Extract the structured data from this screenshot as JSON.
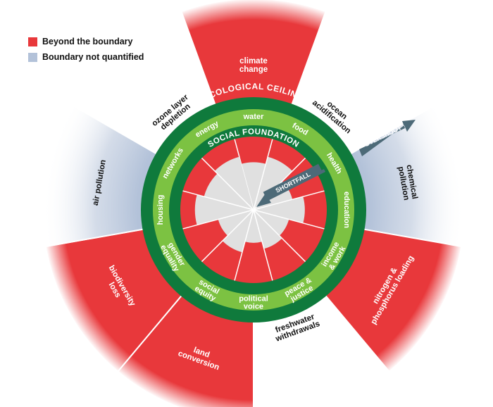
{
  "legend": {
    "items": [
      {
        "label": "Beyond the boundary",
        "color": "#e8383b"
      },
      {
        "label": "Boundary not quantified",
        "color": "#b3c2d9"
      }
    ]
  },
  "rings": {
    "ceiling_label": "ECOLOGICAL CEILING",
    "foundation_label": "SOCIAL FOUNDATION",
    "overshoot_label": "OVERSHOOT",
    "shortfall_label": "SHORTFALL"
  },
  "colors": {
    "red": "#e8383b",
    "dark_green": "#0f7a3c",
    "light_green": "#7cc242",
    "grey_blue": "#b3c2d9",
    "light_grey": "#e0e0e0",
    "arrow": "#4d6a78"
  },
  "ecological": [
    {
      "label": "climate\nchange",
      "state": "beyond",
      "overshoot": 1.0
    },
    {
      "label": "ocean\nacidification",
      "state": "within",
      "overshoot": 0
    },
    {
      "label": "chemical\npollution",
      "state": "unquantified",
      "overshoot": 1.0
    },
    {
      "label": "nitrogen &\nphosphorus loading",
      "state": "beyond",
      "overshoot": 1.0
    },
    {
      "label": "freshwater\nwithdrawals",
      "state": "within",
      "overshoot": 0
    },
    {
      "label": "land\nconversion",
      "state": "beyond",
      "overshoot": 1.0
    },
    {
      "label": "biodiversity\nloss",
      "state": "beyond",
      "overshoot": 1.0
    },
    {
      "label": "air pollution",
      "state": "unquantified",
      "overshoot": 1.0
    },
    {
      "label": "ozone layer\ndepletion",
      "state": "within",
      "overshoot": 0
    }
  ],
  "social": [
    {
      "label": "water",
      "shortfall": 0.35
    },
    {
      "label": "food",
      "shortfall": 0.25
    },
    {
      "label": "health",
      "shortfall": 0.45
    },
    {
      "label": "education",
      "shortfall": 0.3
    },
    {
      "label": "income\n& work",
      "shortfall": 0.5
    },
    {
      "label": "peace &\njustice",
      "shortfall": 0.45
    },
    {
      "label": "political\nvoice",
      "shortfall": 0.55
    },
    {
      "label": "social\nequity",
      "shortfall": 0.4
    },
    {
      "label": "gender\nequality",
      "shortfall": 0.5
    },
    {
      "label": "housing",
      "shortfall": 0.2
    },
    {
      "label": "networks",
      "shortfall": 0.3
    },
    {
      "label": "energy",
      "shortfall": 0.25
    }
  ]
}
